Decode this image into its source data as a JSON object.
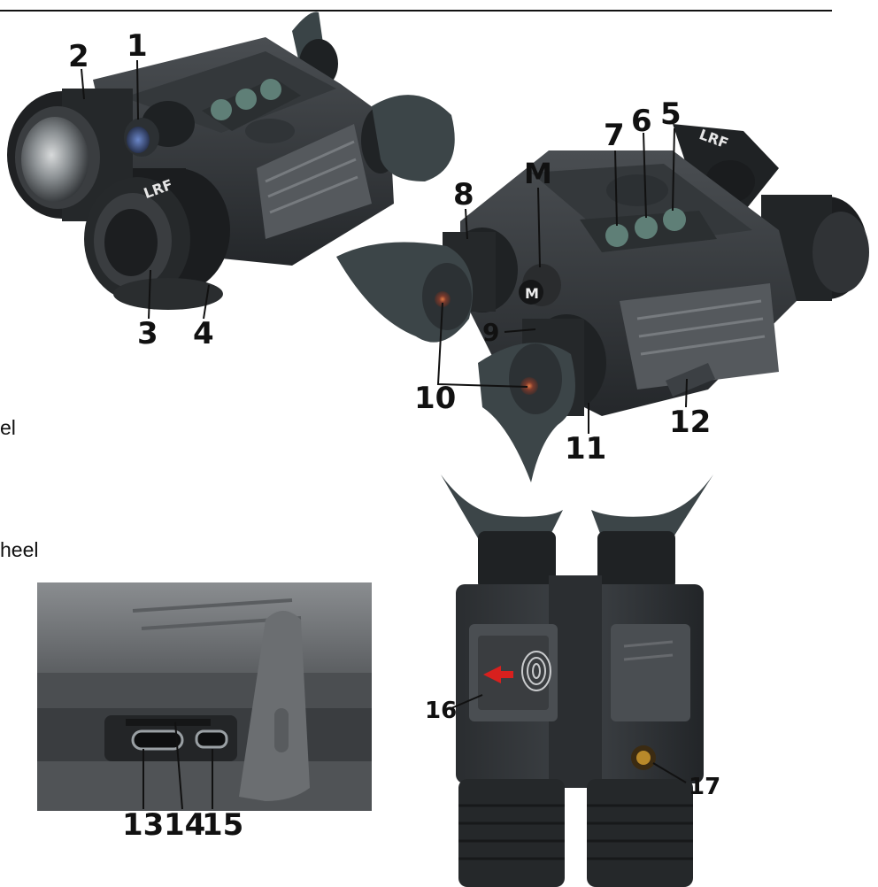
{
  "colors": {
    "body_dark": "#2a2d30",
    "body_mid": "#3b3f43",
    "body_light": "#55595d",
    "rubber": "#1b1d1f",
    "button_teal": "#5f7f77",
    "port_red": "#d8201e",
    "connector_brass": "#b8892a"
  },
  "text_fragments": {
    "left_line_1": "el",
    "left_line_2": "heel"
  },
  "labels": {
    "n1": "1",
    "n2": "2",
    "n3": "3",
    "n4": "4",
    "n5": "5",
    "n6": "6",
    "n7": "7",
    "nM": "M",
    "n8": "8",
    "n9": "9",
    "n10": "10",
    "n11": "11",
    "n12": "12",
    "n13": "13",
    "n14": "14",
    "n15": "15",
    "n16": "16",
    "n17": "17"
  },
  "markings": {
    "lrf_front": "LRF",
    "lrf_rear": "LRF",
    "mode_knob": "M"
  }
}
